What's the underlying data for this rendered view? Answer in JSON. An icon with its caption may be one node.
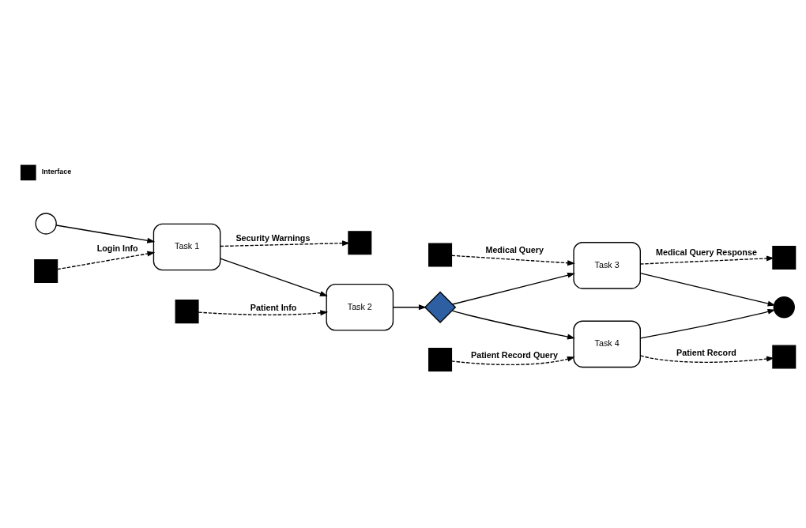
{
  "diagram": {
    "nodes": [
      {
        "text": [],
        "shape": "circle"
      },
      {
        "text": [
          "Task 1"
        ]
      },
      {
        "text": [
          "Task 2"
        ]
      },
      {
        "text": [],
        "shape": "diamond"
      },
      {
        "text": [
          "Task 3"
        ]
      },
      {
        "text": [
          "Task 4"
        ]
      },
      {
        "text": [],
        "shape": "circle"
      },
      {
        "text": [],
        "shape": "box"
      },
      {
        "text": [],
        "shape": "box"
      },
      {
        "text": [],
        "shape": "box"
      },
      {
        "text": [],
        "shape": "box"
      },
      {
        "text": [],
        "shape": "box"
      },
      {
        "text": [],
        "shape": "box"
      },
      {
        "text": [],
        "shape": "box"
      }
    ],
    "edges": [
      {
        "from": 0,
        "to": 1,
        "arrow": "to"
      },
      {
        "from": 1,
        "to": 2,
        "arrow": "to"
      },
      {
        "from": 2,
        "to": 3,
        "arrow": "to"
      },
      {
        "from": 3,
        "to": 4,
        "arrow": "to"
      },
      {
        "from": 3,
        "to": 5,
        "arrow": "to"
      },
      {
        "from": 4,
        "to": 6,
        "arrow": "to"
      },
      {
        "from": 5,
        "to": 6,
        "arrow": "to"
      },
      {
        "from": 1,
        "to": 7,
        "arrow": "to",
        "style": "dashed",
        "label": "Security Warnings"
      },
      {
        "from": 8,
        "to": 1,
        "arrow": "to",
        "style": "dashed",
        "label": "Login Info"
      },
      {
        "from": 9,
        "to": 2,
        "arrow": "to",
        "style": "dashed",
        "label": "Patient Info"
      },
      {
        "from": 10,
        "to": 4,
        "arrow": "to",
        "style": "dashed",
        "label": "Medical Query"
      },
      {
        "from": 4,
        "to": 11,
        "arrow": "to",
        "style": "dashed",
        "label": "Medical Query Response"
      },
      {
        "from": 12,
        "to": 5,
        "arrow": "to",
        "style": "dashed",
        "label": "Patient Record Query"
      },
      {
        "from": 5,
        "to": 13,
        "arrow": "to",
        "style": "dashed",
        "label": "Patient Record"
      }
    ],
    "legend": [
      {
        "text": "Interface"
      }
    ]
  }
}
